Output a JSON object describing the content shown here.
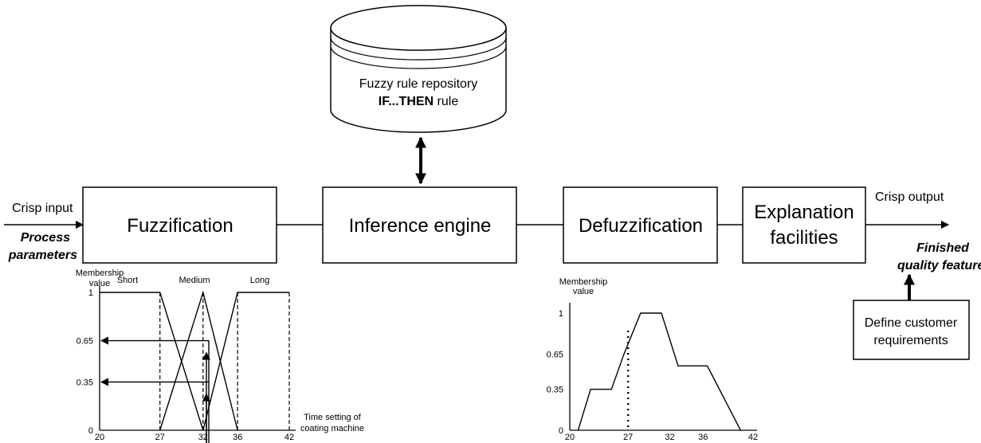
{
  "repository": {
    "title": "Fuzzy rule repository",
    "rule_bold": "IF...THEN",
    "rule_rest": " rule"
  },
  "boxes": {
    "fuzzification": "Fuzzification",
    "inference": "Inference engine",
    "defuzzification": "Defuzzification",
    "explanation_line1": "Explanation",
    "explanation_line2": "facilities",
    "customer_line1": "Define customer",
    "customer_line2": "requirements"
  },
  "io": {
    "crisp_input": "Crisp input",
    "process_line1": "Process",
    "process_line2": "parameters",
    "crisp_output": "Crisp output",
    "finished_line1": "Finished",
    "finished_line2": "quality features"
  },
  "input_chart": {
    "ylabel_line1": "Membership",
    "ylabel_line2": "value",
    "xlabel_line1": "Time setting of",
    "xlabel_line2": "coating machine",
    "sets": [
      "Short",
      "Medium",
      "Long"
    ],
    "xticks": [
      "20",
      "27",
      "32",
      "36",
      "42"
    ],
    "yticks": [
      "0",
      "0.35",
      "0.65",
      "1"
    ]
  },
  "output_chart": {
    "ylabel_line1": "Membership",
    "ylabel_line2": "value",
    "xticks": [
      "20",
      "27",
      "32",
      "36",
      "42"
    ],
    "yticks": [
      "0",
      "0.35",
      "0.65",
      "1"
    ]
  },
  "chart_data": [
    {
      "type": "line",
      "title": "",
      "xlabel": "Time setting of coating machine",
      "ylabel": "Membership value",
      "xlim": [
        20,
        42
      ],
      "ylim": [
        0,
        1
      ],
      "series": [
        {
          "name": "Short",
          "x": [
            20,
            27,
            32
          ],
          "y": [
            1,
            1,
            0
          ]
        },
        {
          "name": "Medium",
          "x": [
            27,
            32,
            36
          ],
          "y": [
            0,
            1,
            0
          ]
        },
        {
          "name": "Long",
          "x": [
            32,
            36,
            42
          ],
          "y": [
            0,
            1,
            1
          ]
        }
      ],
      "reference_lines": {
        "y": [
          0.65,
          0.35
        ],
        "x": [
          27,
          32,
          36,
          42
        ]
      }
    },
    {
      "type": "line",
      "title": "",
      "xlabel": "",
      "ylabel": "Membership value",
      "xlim": [
        20,
        42
      ],
      "ylim": [
        0,
        1
      ],
      "series": [
        {
          "name": "",
          "x": [
            21,
            22.5,
            25,
            26.5,
            28.5,
            31,
            33,
            36.5,
            40.5
          ],
          "y": [
            0,
            0.35,
            0.35,
            0.65,
            1,
            1,
            0.55,
            0.55,
            0
          ]
        }
      ],
      "reference_lines": {
        "x": [
          27
        ]
      }
    }
  ]
}
